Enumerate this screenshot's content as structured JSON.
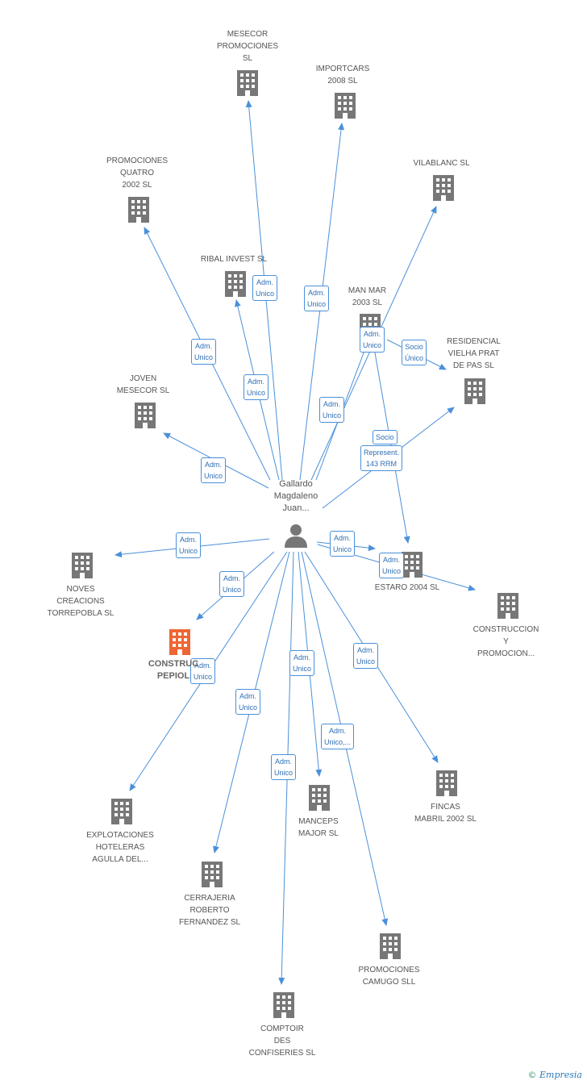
{
  "colors": {
    "edge": "#4a90d9",
    "node": "#777777",
    "main": "#ee6633",
    "box_text": "#2f6fb3"
  },
  "person": {
    "name": "Gallardo\nMagdaleno\nJuan..."
  },
  "companies": [
    {
      "id": "mesecor",
      "label": "MESECOR\nPROMOCIONES\nSL"
    },
    {
      "id": "importcars",
      "label": "IMPORTCARS\n2008 SL"
    },
    {
      "id": "vilablanc",
      "label": "VILABLANC SL"
    },
    {
      "id": "quatro",
      "label": "PROMOCIONES\nQUATRO\n2002 SL"
    },
    {
      "id": "ribal",
      "label": "RIBAL INVEST SL"
    },
    {
      "id": "manmar",
      "label": "MAN MAR\n2003 SL"
    },
    {
      "id": "residencial",
      "label": "RESIDENCIAL\nVIELHA PRAT\nDE PAS SL"
    },
    {
      "id": "joven",
      "label": "JOVEN\nMESECOR  SL"
    },
    {
      "id": "noves",
      "label": "NOVES\nCREACIONS\nTORREPOBLA SL"
    },
    {
      "id": "estaro",
      "label": "ESTARO 2004 SL"
    },
    {
      "id": "construccion",
      "label": "CONSTRUCCION\nY\nPROMOCION..."
    },
    {
      "id": "pepiol",
      "label": "CONSTRUC\nPEPIOL"
    },
    {
      "id": "explotaciones",
      "label": "EXPLOTACIONES\nHOTELERAS\nAGULLA DEL..."
    },
    {
      "id": "cerrajeria",
      "label": "CERRAJERIA\nROBERTO\nFERNANDEZ SL"
    },
    {
      "id": "manceps",
      "label": "MANCEPS\nMAJOR SL"
    },
    {
      "id": "fincas",
      "label": "FINCAS\nMABRIL 2002 SL"
    },
    {
      "id": "camugo",
      "label": "PROMOCIONES\nCAMUGO SLL"
    },
    {
      "id": "comptoir",
      "label": "COMPTOIR\nDES\nCONFISERIES SL"
    }
  ],
  "edges": [
    {
      "id": "mesecor",
      "label": "Adm.\nUnico"
    },
    {
      "id": "importcars",
      "label": "Adm.\nUnico"
    },
    {
      "id": "vilablanc",
      "label": "Adm.\nUnico"
    },
    {
      "id": "quatro",
      "label": "Adm.\nUnico"
    },
    {
      "id": "ribal",
      "label": "Adm.\nUnico"
    },
    {
      "id": "manmar",
      "label": "Adm.\nUnico"
    },
    {
      "id": "residencial",
      "label": "Socio\nÚnico"
    },
    {
      "id": "residencial2",
      "label": "Socio"
    },
    {
      "id": "estaro_rep",
      "label": "Represent.\n143 RRM"
    },
    {
      "id": "joven",
      "label": "Adm.\nUnico"
    },
    {
      "id": "noves",
      "label": "Adm.\nUnico"
    },
    {
      "id": "estaro",
      "label": "Adm.\nUnico"
    },
    {
      "id": "construccion",
      "label": "Adm.\nUnico"
    },
    {
      "id": "pepiol",
      "label": "Adm.\nUnico"
    },
    {
      "id": "explotaciones",
      "label": "Adm.\nUnico"
    },
    {
      "id": "cerrajeria",
      "label": "Adm.\nUnico"
    },
    {
      "id": "manceps",
      "label": "Adm.\nUnico"
    },
    {
      "id": "fincas",
      "label": "Adm.\nUnico"
    },
    {
      "id": "camugo",
      "label": "Adm.\nUnico,..."
    },
    {
      "id": "comptoir",
      "label": "Adm.\nUnico"
    }
  ],
  "watermark": {
    "symbol": "©",
    "brand": "Empresia"
  }
}
